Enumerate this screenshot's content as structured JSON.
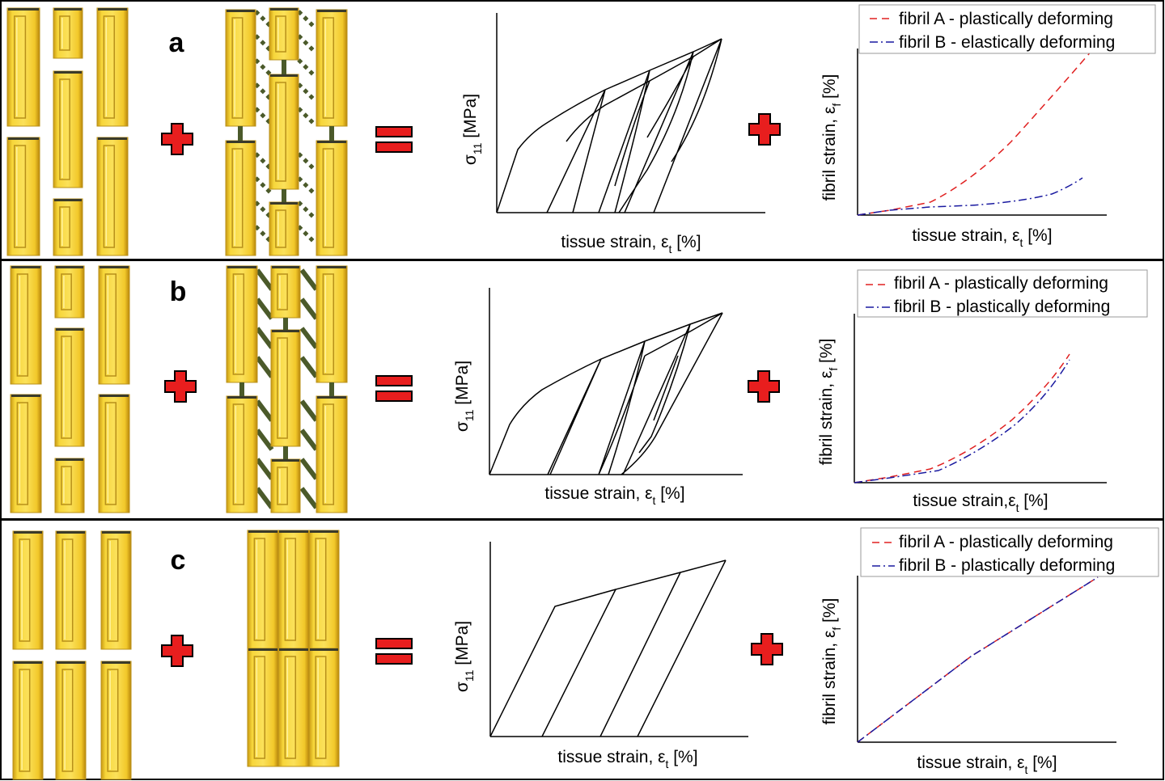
{
  "colors": {
    "fibril_fill": "#F2C82A",
    "fibril_edge": "#B8901A",
    "fibril_top": "#3a3a2a",
    "link_color": "#4B5A2A",
    "operator_red": "#E81E1E",
    "curve_a": "#E02020",
    "curve_b": "#1A1AA0",
    "frame": "#000000"
  },
  "icons": {
    "plus": "plus-sign-icon",
    "equals": "equals-sign-icon"
  },
  "panels": [
    {
      "id": "a",
      "label": "a",
      "stress_chart": {
        "xlabel_main": "tissue strain, ε",
        "xlabel_sub": "t",
        "xlabel_unit": " [%]",
        "ylabel_main": "σ",
        "ylabel_sub": "11",
        "ylabel_unit": " [MPa]"
      },
      "fibril_chart": {
        "xlabel_main": "tissue strain, ε",
        "xlabel_sub": "t",
        "xlabel_unit": " [%]",
        "ylabel_main": "fibril strain, ε",
        "ylabel_sub": "f",
        "ylabel_unit": " [%]",
        "legend": [
          "fibril A - plastically deforming",
          "fibril B - elastically deforming"
        ]
      }
    },
    {
      "id": "b",
      "label": "b",
      "stress_chart": {
        "xlabel_main": "tissue strain, ε",
        "xlabel_sub": "t",
        "xlabel_unit": " [%]",
        "ylabel_main": "σ",
        "ylabel_sub": "11",
        "ylabel_unit": " [MPa]"
      },
      "fibril_chart": {
        "xlabel_main": "tissue strain,ε",
        "xlabel_sub": "t",
        "xlabel_unit": " [%]",
        "ylabel_main": "fibril strain, ε",
        "ylabel_sub": "f",
        "ylabel_unit": " [%]",
        "legend": [
          "fibril A - plastically deforming",
          "fibril B - plastically deforming"
        ]
      }
    },
    {
      "id": "c",
      "label": "c",
      "stress_chart": {
        "xlabel_main": "tissue strain, ε",
        "xlabel_sub": "t",
        "xlabel_unit": " [%]",
        "ylabel_main": "σ",
        "ylabel_sub": "11",
        "ylabel_unit": " [MPa]"
      },
      "fibril_chart": {
        "xlabel_main": "tissue strain, ε",
        "xlabel_sub": "t",
        "xlabel_unit": " [%]",
        "ylabel_main": "fibril strain, ε",
        "ylabel_sub": "f",
        "ylabel_unit": " [%]",
        "legend": [
          "fibril A - plastically deforming",
          "fibril B - plastically deforming"
        ]
      }
    }
  ]
}
